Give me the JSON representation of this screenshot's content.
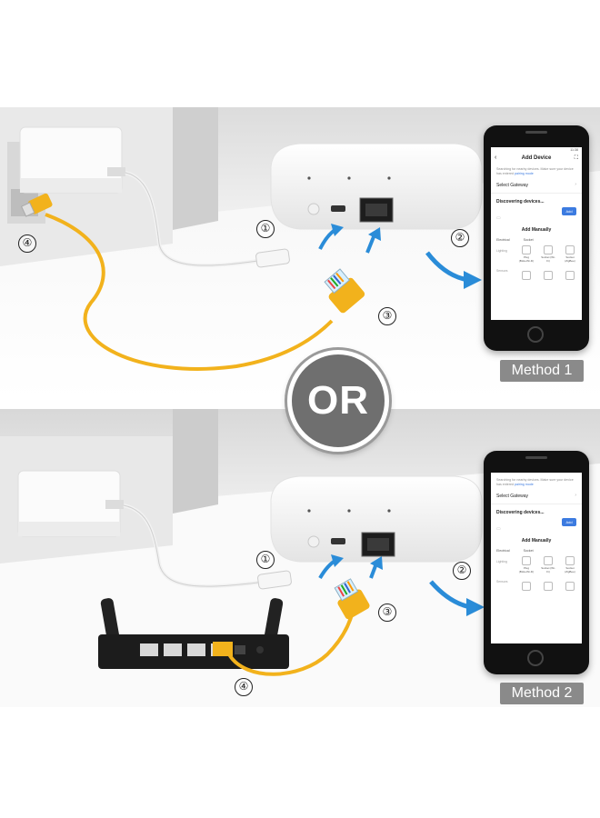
{
  "divider": {
    "or_text": "OR"
  },
  "steps": {
    "one": "①",
    "two": "②",
    "three": "③",
    "four": "④"
  },
  "method_1": {
    "label": "Method 1",
    "phone": {
      "status_time": "11:38",
      "title": "Add Device",
      "hint_text": "Searching for nearby devices. Make sure your device has entered ",
      "hint_link": "pairing mode",
      "select_gateway": "Select Gateway",
      "discovering": "Discovering devices...",
      "add_button": "Add",
      "add_manually": "Add Manually",
      "category_left": "Electrical",
      "category_right": "Socket",
      "side_lighting": "Lighting",
      "side_sensors": "Sensors",
      "devices": [
        "Plug (BLE+Wi-Fi)",
        "Socket (Wi-Fi)",
        "Socket (ZigBee)"
      ]
    }
  },
  "method_2": {
    "label": "Method 2",
    "phone": {
      "hint_text": "Searching for nearby devices. Make sure your device has entered ",
      "hint_link": "pairing mode",
      "select_gateway": "Select Gateway",
      "discovering": "Discovering devices...",
      "add_button": "Add",
      "add_manually": "Add Manually",
      "category_left": "Electrical",
      "category_right": "Socket",
      "side_lighting": "Lighting",
      "side_sensors": "Sensors",
      "devices": [
        "Plug (BLE+Wi-Fi)",
        "Socket (Wi-Fi)",
        "Socket (ZigBee)"
      ]
    }
  },
  "colors": {
    "cable_yellow": "#f2b21c",
    "label_gray": "#8a8a8a",
    "link_blue": "#3c7be0",
    "or_gray": "#6f6f6f"
  }
}
